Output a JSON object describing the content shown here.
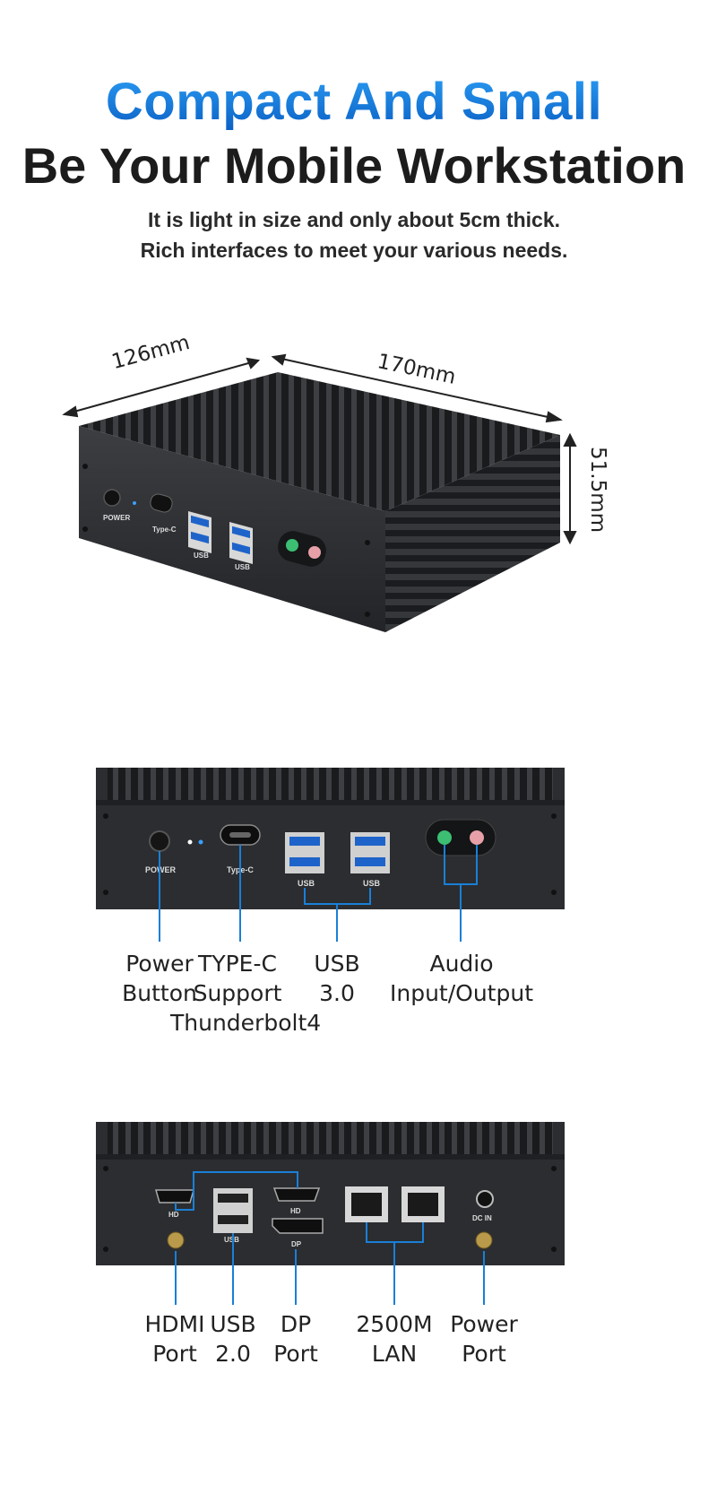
{
  "header": {
    "title": "Compact And Small",
    "subtitle": "Be Your Mobile Workstation",
    "desc_line1": "It is light in size and only about 5cm thick.",
    "desc_line2": "Rich interfaces to meet your various needs."
  },
  "dimensions": {
    "depth": "126mm",
    "width": "170mm",
    "height": "51.5mm"
  },
  "front_panel": {
    "device_labels": {
      "power": "POWER",
      "typec": "Type-C",
      "usb": "USB"
    },
    "callouts": {
      "power_l1": "Power",
      "power_l2": "Button",
      "typec_l1": "TYPE-C",
      "typec_l2": "Support",
      "typec_l3": "Thunderbolt4",
      "usb_l1": "USB",
      "usb_l2": "3.0",
      "audio_l1": "Audio",
      "audio_l2": "Input/Output"
    }
  },
  "rear_panel": {
    "device_labels": {
      "hd": "HD",
      "usb": "USB",
      "dp": "DP",
      "dcin": "DC IN"
    },
    "callouts": {
      "hdmi_l1": "HDMI",
      "hdmi_l2": "Port",
      "usb_l1": "USB",
      "usb_l2": "2.0",
      "dp_l1": "DP",
      "dp_l2": "Port",
      "lan_l1": "2500M",
      "lan_l2": "LAN",
      "pwr_l1": "Power",
      "pwr_l2": "Port"
    }
  },
  "colors": {
    "accent": "#1a7fd8",
    "title_blue": "#0b5fc4",
    "body": "#2b2d30"
  }
}
